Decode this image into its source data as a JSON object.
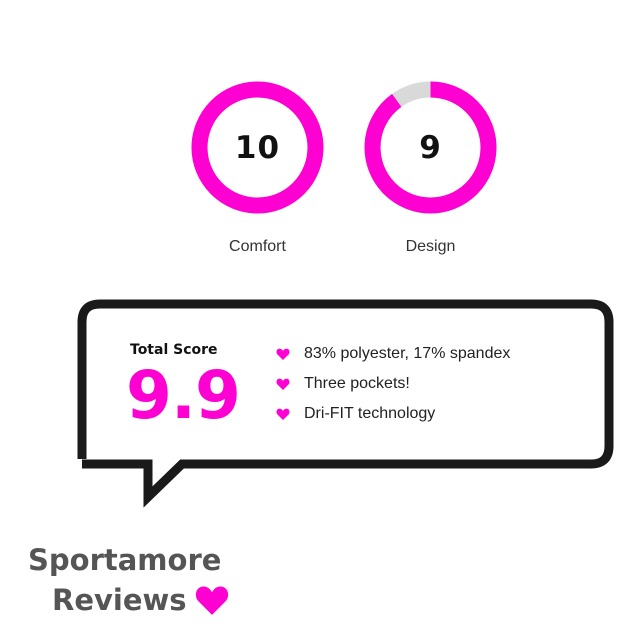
{
  "ratings": [
    {
      "label": "Comfort",
      "score": "10",
      "fraction": 1.0
    },
    {
      "label": "Design",
      "score": "9",
      "fraction": 0.9
    }
  ],
  "total": {
    "label": "Total Score",
    "value": "9.9"
  },
  "features": [
    "83% polyester, 17% spandex",
    "Three pockets!",
    "Dri-FIT technology"
  ],
  "brand": {
    "line1": "Sportamore",
    "line2": "Reviews"
  },
  "colors": {
    "accent": "#ff00d2",
    "ring_track": "#d9d9d9",
    "bubble_stroke": "#1a1a1a"
  },
  "icons": {
    "bullet": "heart-icon",
    "brand": "heart-icon"
  }
}
